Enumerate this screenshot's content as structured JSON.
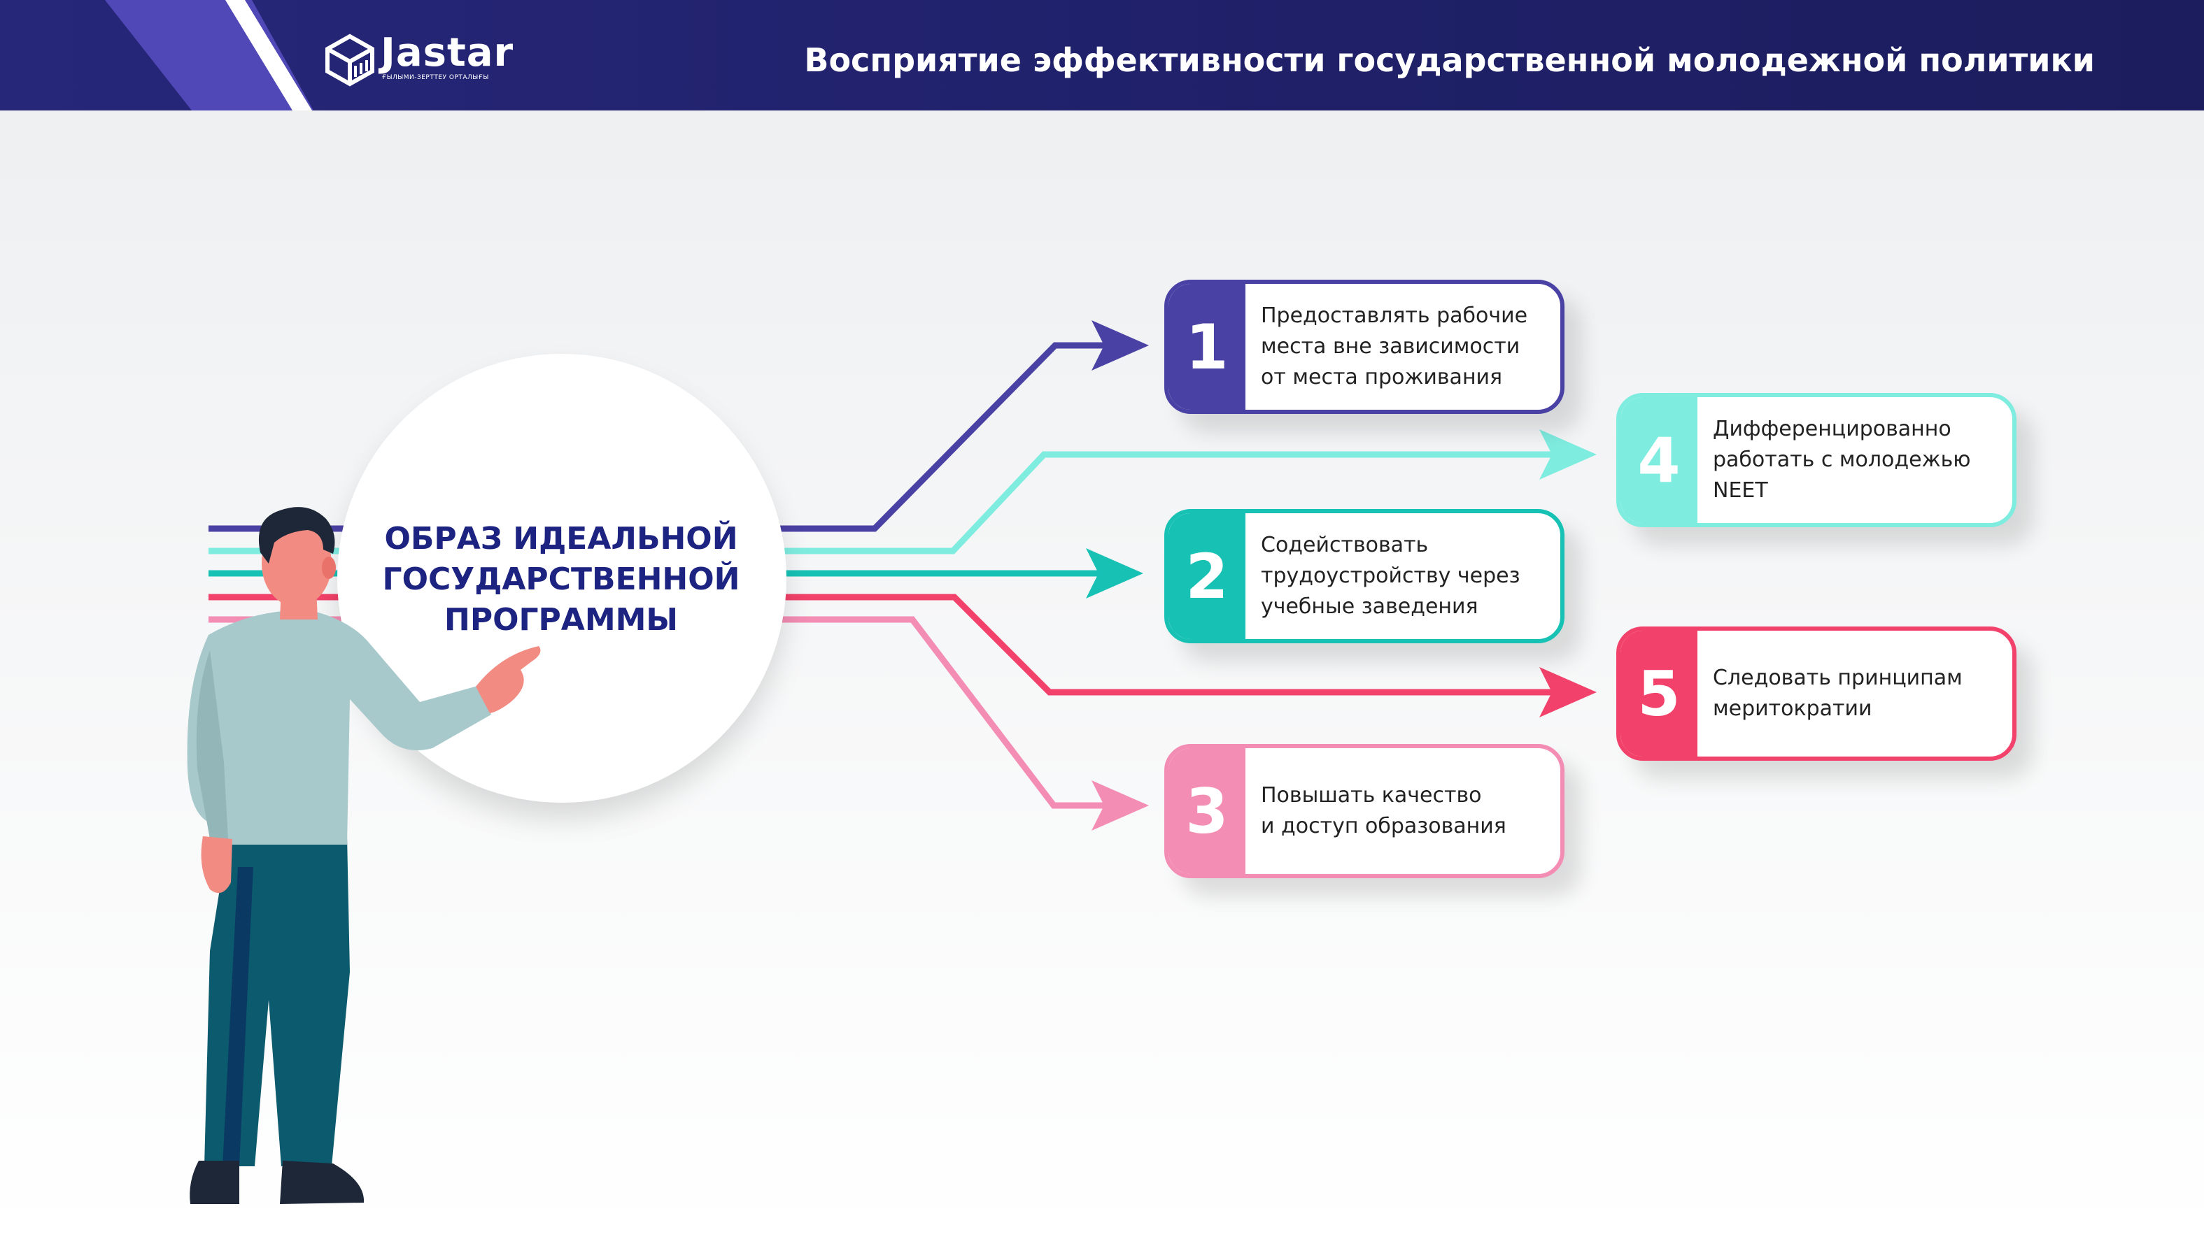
{
  "header": {
    "logo_text": "Jastar",
    "logo_subtitle": "ҒЫЛЫМИ-ЗЕРТТЕУ ОРТАЛЫҒЫ",
    "title": "Восприятие эффективности государственной молодежной политики"
  },
  "center": {
    "label": "ОБРАЗ ИДЕАЛЬНОЙ\nГОСУДАРСТВЕННОЙ\nПРОГРАММЫ"
  },
  "items": [
    {
      "number": "1",
      "text": "Предоставлять рабочие\nместа вне зависимости\nот места проживания",
      "color": "#4a41a4"
    },
    {
      "number": "2",
      "text": "Содействовать\nтрудоустройству через\nучебные заведения",
      "color": "#17c2b5"
    },
    {
      "number": "3",
      "text": "Повышать качество\n и доступ образования",
      "color": "#f48db3"
    },
    {
      "number": "4",
      "text": "Дифференцированно\nработать с молодежью\nNEET",
      "color": "#7fece0"
    },
    {
      "number": "5",
      "text": "Следовать принципам\nмеритократии",
      "color": "#f2416a"
    }
  ],
  "colors": {
    "header_bg": "#1f2068",
    "header_stripe": "#5148b8",
    "center_text": "#1c2380"
  },
  "icons": {
    "logo": "jastar-cube-logo-icon",
    "person": "presenter-person-icon"
  }
}
